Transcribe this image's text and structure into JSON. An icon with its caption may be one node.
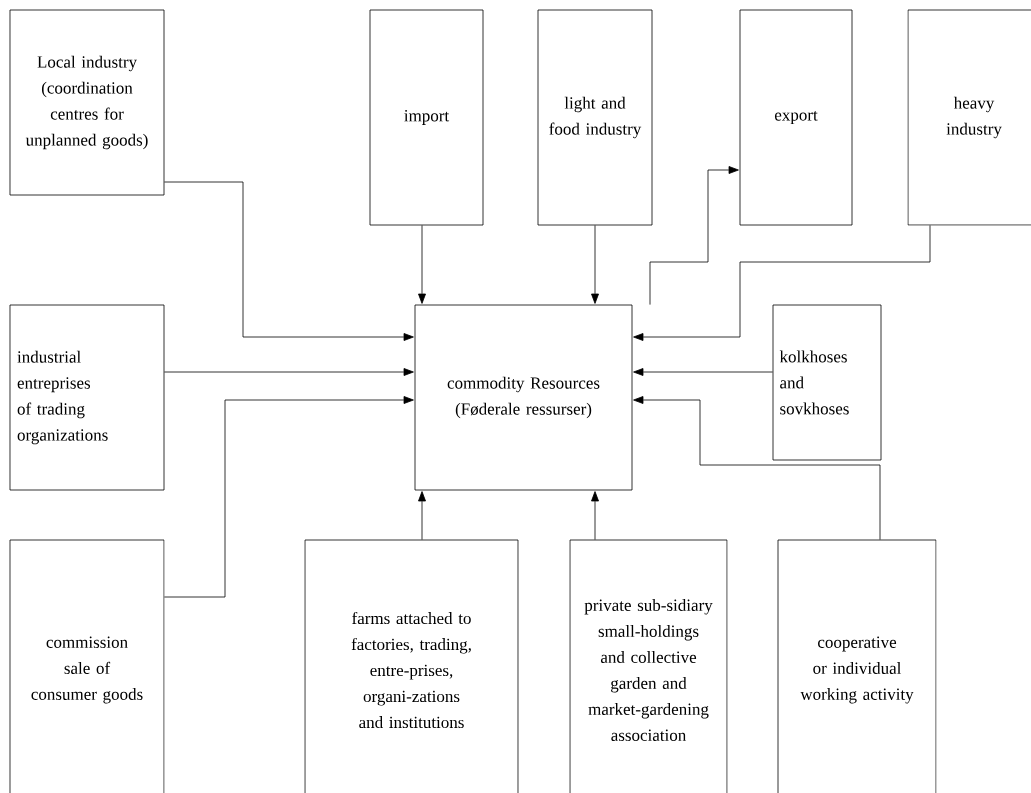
{
  "diagram": {
    "nodes": [
      {
        "text": [
          "Local industry (coordination centres for unplanned goods)"
        ]
      },
      {
        "text": [
          "import"
        ]
      },
      {
        "text": [
          "light and food industry"
        ]
      },
      {
        "text": [
          "export"
        ]
      },
      {
        "text": [
          "heavy industry"
        ]
      },
      {
        "text": [
          "industrial entreprises of trading organizations"
        ]
      },
      {
        "text": [
          "commodity Resources (Føderale ressurser)"
        ]
      },
      {
        "text": [
          "kolkhoses and sovkhoses"
        ]
      },
      {
        "text": [
          "commission sale of consumer goods"
        ]
      },
      {
        "text": [
          "farms attached to factories, trading, entre-prises, organi-zations and institutions"
        ]
      },
      {
        "text": [
          "private sub-sidiary small-holdings and collective garden and market-gardening association"
        ]
      },
      {
        "text": [
          "cooperative or individual working activity"
        ]
      }
    ],
    "edges": [
      {
        "from": 0,
        "to": 6,
        "arrow": "to"
      },
      {
        "from": 1,
        "to": 6,
        "arrow": "to"
      },
      {
        "from": 2,
        "to": 6,
        "arrow": "to"
      },
      {
        "from": 6,
        "to": 3,
        "arrow": "to"
      },
      {
        "from": 4,
        "to": 6,
        "arrow": "to"
      },
      {
        "from": 5,
        "to": 6,
        "arrow": "to"
      },
      {
        "from": 7,
        "to": 6,
        "arrow": "to"
      },
      {
        "from": 8,
        "to": 6,
        "arrow": "to"
      },
      {
        "from": 9,
        "to": 6,
        "arrow": "to"
      },
      {
        "from": 10,
        "to": 6,
        "arrow": "to"
      },
      {
        "from": 11,
        "to": 6,
        "arrow": "to"
      }
    ]
  }
}
